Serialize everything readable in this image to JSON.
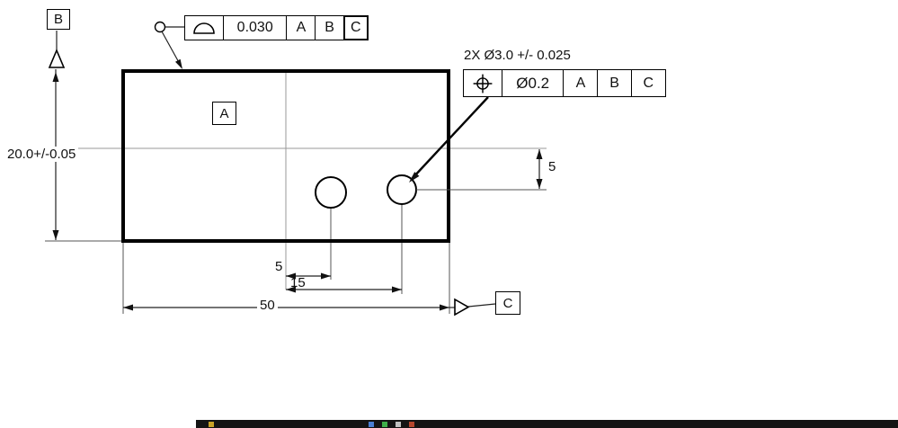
{
  "drawing": {
    "datum_labels": {
      "a": "A",
      "b": "B",
      "c": "C"
    },
    "fcf_profile": {
      "symbol": "profile-of-a-surface",
      "tolerance": "0.030",
      "datums": [
        "A",
        "B",
        "C"
      ]
    },
    "fcf_position": {
      "symbol": "true-position",
      "tolerance": "Ø0.2",
      "datums": [
        "A",
        "B",
        "C"
      ]
    },
    "hole_note": "2X Ø3.0 +/- 0.025",
    "dims": {
      "height": "20.0+/-0.05",
      "hole_vertical_offset": "5",
      "hole_horizontal_offset": "5",
      "hole_spacing": "15",
      "width": "50"
    }
  },
  "taskbar": {
    "background": "#141414",
    "icon_colors": [
      "#c9a227",
      "#4a7fd4",
      "#3fae49",
      "#c0c0c0",
      "#b5472e"
    ]
  }
}
